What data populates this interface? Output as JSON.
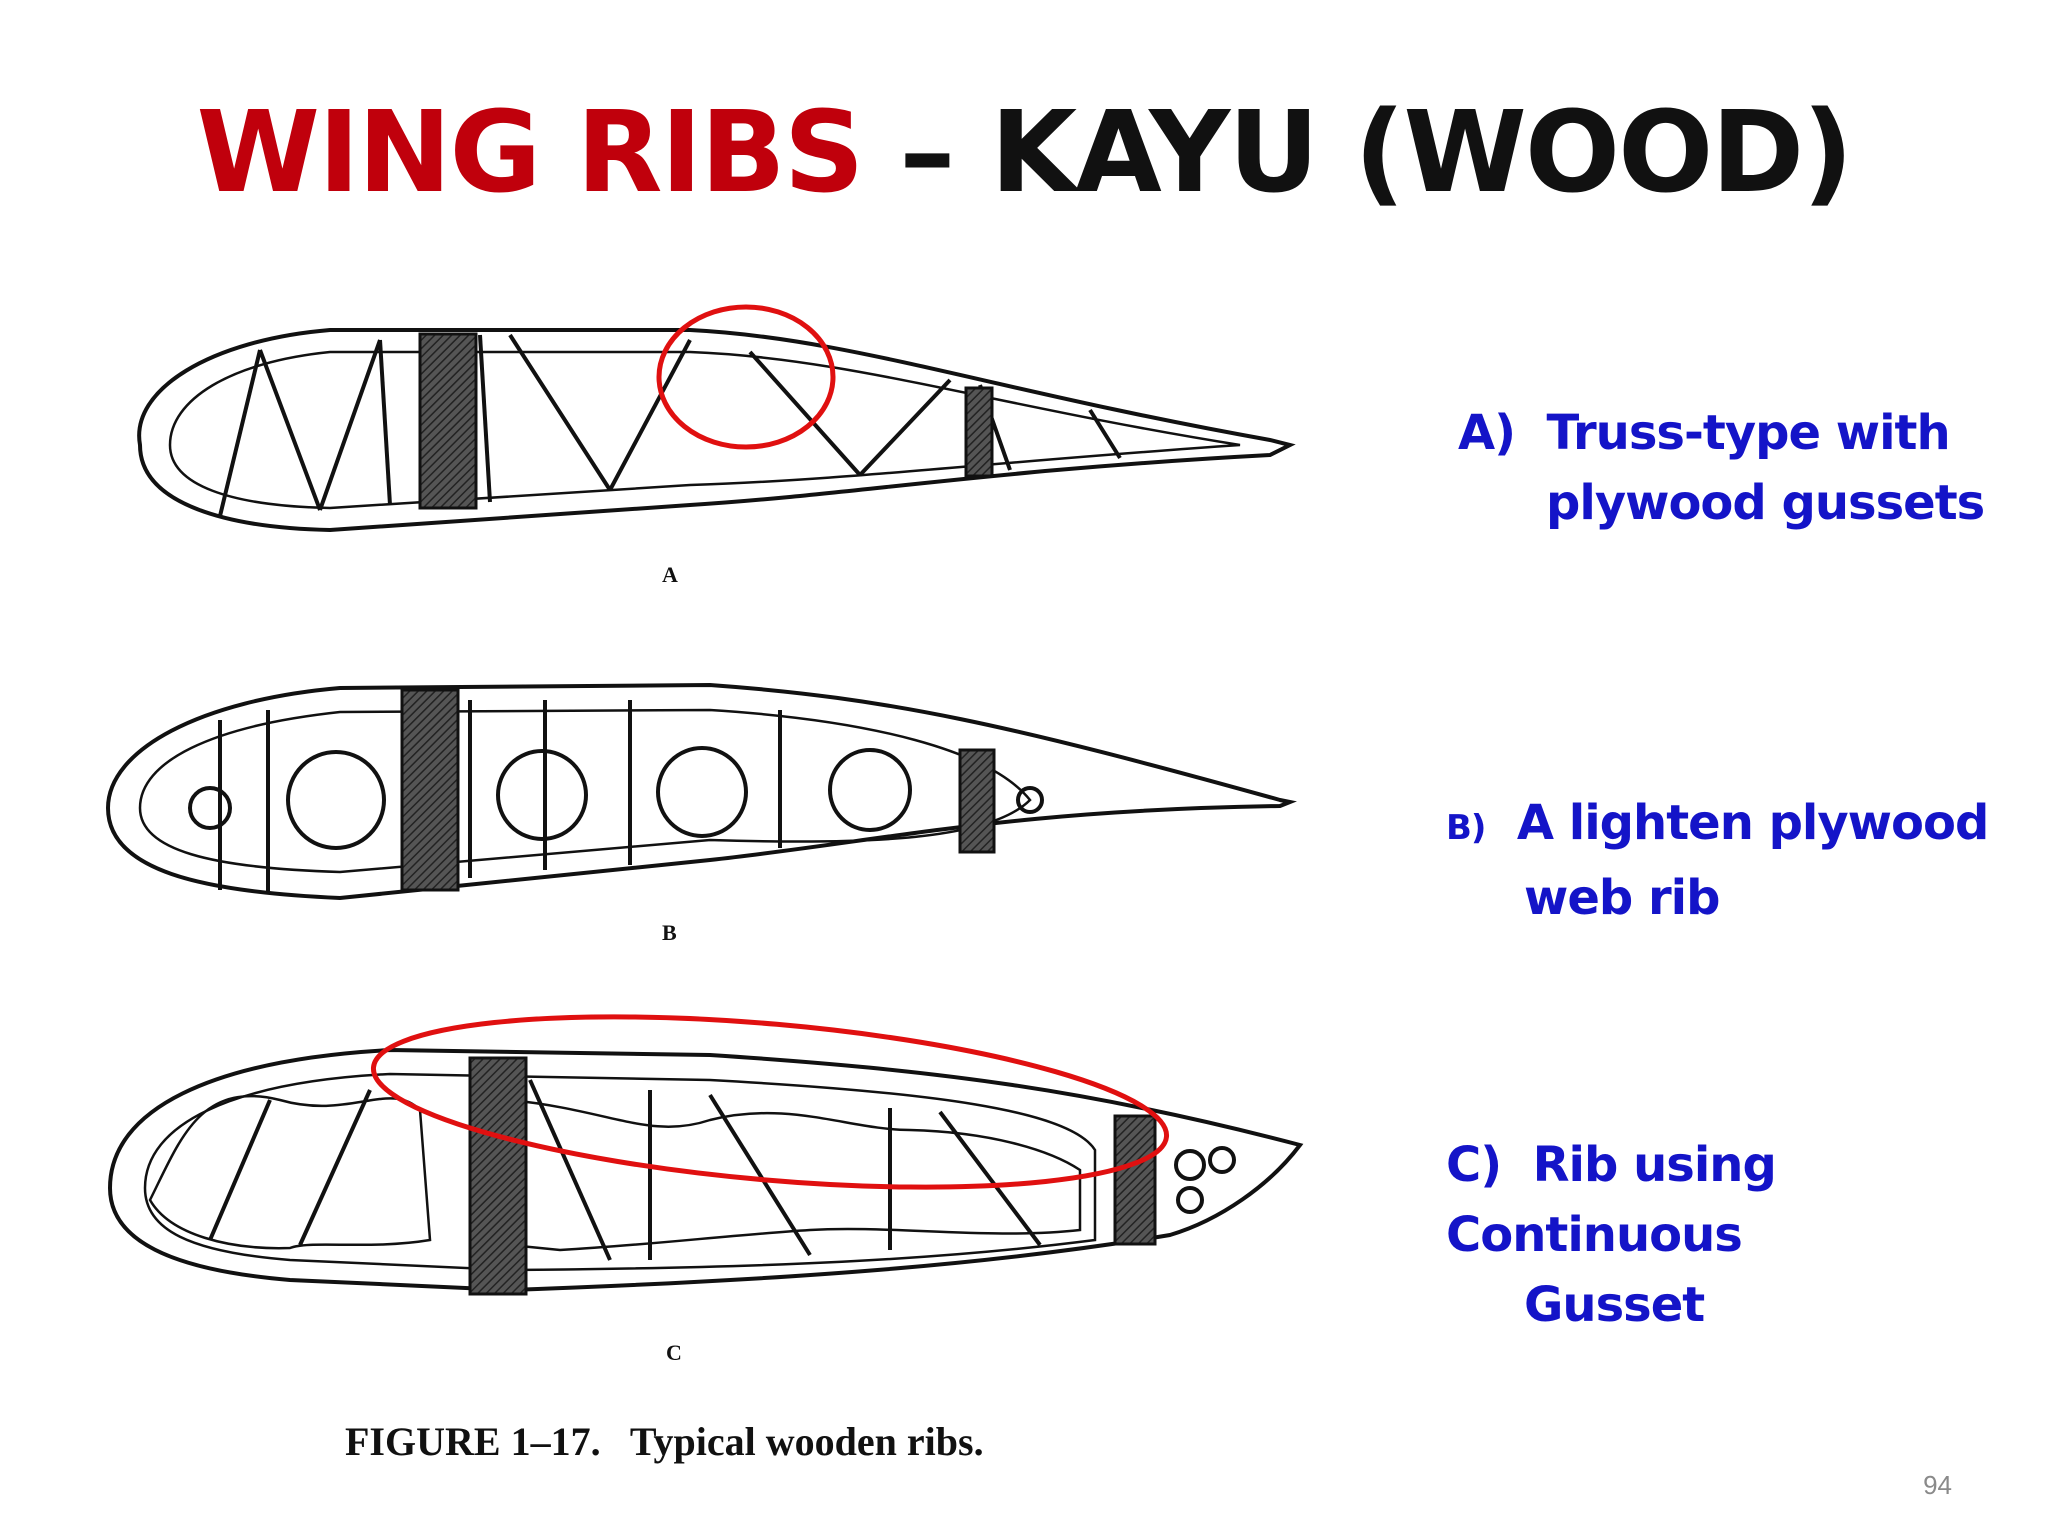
{
  "slide": {
    "title_highlight": "WING RIBS",
    "title_rest": " – KAYU (WOOD)",
    "figure_letters": [
      "A",
      "B",
      "C"
    ],
    "figure_caption": "FIGURE 1–17.   Typical wooden ribs.",
    "labels": [
      {
        "marker": "A)",
        "line1": "Truss-type with",
        "line2": "plywood gussets"
      },
      {
        "marker": "B)",
        "line1": "A lighten plywood",
        "line2": "web rib"
      },
      {
        "marker": "C)",
        "line1": "Rib using Continuous",
        "line2": "Gusset"
      }
    ],
    "page_number": "94",
    "colors": {
      "title_accent": "#c0000c",
      "label_text": "#1414c8",
      "highlight_ellipse": "#e01010"
    }
  }
}
